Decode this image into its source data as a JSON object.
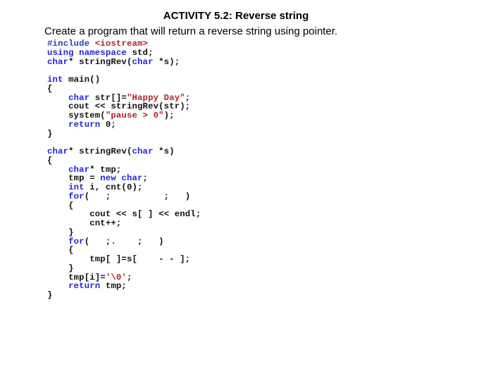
{
  "title": "ACTIVITY 5.2: Reverse string",
  "subtitle": "Create a program that will return a reverse string using pointer.",
  "code": [
    [
      {
        "t": "#include ",
        "c": "pp"
      },
      {
        "t": "<iostream>",
        "c": "str"
      }
    ],
    [
      {
        "t": "using namespace",
        "c": "kw"
      },
      {
        "t": " std;",
        "c": ""
      }
    ],
    [
      {
        "t": "char",
        "c": "kw"
      },
      {
        "t": "* stringRev(",
        "c": ""
      },
      {
        "t": "char",
        "c": "kw"
      },
      {
        "t": " *s);",
        "c": ""
      }
    ],
    [],
    [
      {
        "t": "int",
        "c": "kw"
      },
      {
        "t": " main()",
        "c": ""
      }
    ],
    [
      {
        "t": "{",
        "c": ""
      }
    ],
    [
      {
        "t": "    ",
        "c": ""
      },
      {
        "t": "char",
        "c": "kw"
      },
      {
        "t": " str[]=",
        "c": ""
      },
      {
        "t": "\"Happy Day\"",
        "c": "str"
      },
      {
        "t": ";",
        "c": ""
      }
    ],
    [
      {
        "t": "    cout << stringRev(str);",
        "c": ""
      }
    ],
    [
      {
        "t": "    system(",
        "c": ""
      },
      {
        "t": "\"pause > 0\"",
        "c": "str"
      },
      {
        "t": ");",
        "c": ""
      }
    ],
    [
      {
        "t": "    ",
        "c": ""
      },
      {
        "t": "return",
        "c": "kw"
      },
      {
        "t": " 0;",
        "c": ""
      }
    ],
    [
      {
        "t": "}",
        "c": ""
      }
    ],
    [],
    [
      {
        "t": "char",
        "c": "kw"
      },
      {
        "t": "* stringRev(",
        "c": ""
      },
      {
        "t": "char",
        "c": "kw"
      },
      {
        "t": " *s)",
        "c": ""
      }
    ],
    [
      {
        "t": "{",
        "c": ""
      }
    ],
    [
      {
        "t": "    ",
        "c": ""
      },
      {
        "t": "char",
        "c": "kw"
      },
      {
        "t": "* tmp;",
        "c": ""
      }
    ],
    [
      {
        "t": "    tmp = ",
        "c": ""
      },
      {
        "t": "new char",
        "c": "kw"
      },
      {
        "t": ";",
        "c": ""
      }
    ],
    [
      {
        "t": "    ",
        "c": ""
      },
      {
        "t": "int",
        "c": "kw"
      },
      {
        "t": " i, cnt(0);",
        "c": ""
      }
    ],
    [
      {
        "t": "    ",
        "c": ""
      },
      {
        "t": "for",
        "c": "kw"
      },
      {
        "t": "(   ;          ;   )",
        "c": ""
      }
    ],
    [
      {
        "t": "    {",
        "c": ""
      }
    ],
    [
      {
        "t": "        cout << s[ ] << endl;",
        "c": ""
      }
    ],
    [
      {
        "t": "        cnt++;",
        "c": ""
      }
    ],
    [
      {
        "t": "    }",
        "c": ""
      }
    ],
    [
      {
        "t": "    ",
        "c": ""
      },
      {
        "t": "for",
        "c": "kw"
      },
      {
        "t": "(   ;.    ;   )",
        "c": ""
      }
    ],
    [
      {
        "t": "    {",
        "c": ""
      }
    ],
    [
      {
        "t": "        tmp[ ]=s[    - - ];",
        "c": ""
      }
    ],
    [
      {
        "t": "    }",
        "c": ""
      }
    ],
    [
      {
        "t": "    tmp[i]=",
        "c": ""
      },
      {
        "t": "'\\0'",
        "c": "str"
      },
      {
        "t": ";",
        "c": ""
      }
    ],
    [
      {
        "t": "    ",
        "c": ""
      },
      {
        "t": "return",
        "c": "kw"
      },
      {
        "t": " tmp;",
        "c": ""
      }
    ],
    [
      {
        "t": "}",
        "c": ""
      }
    ]
  ]
}
